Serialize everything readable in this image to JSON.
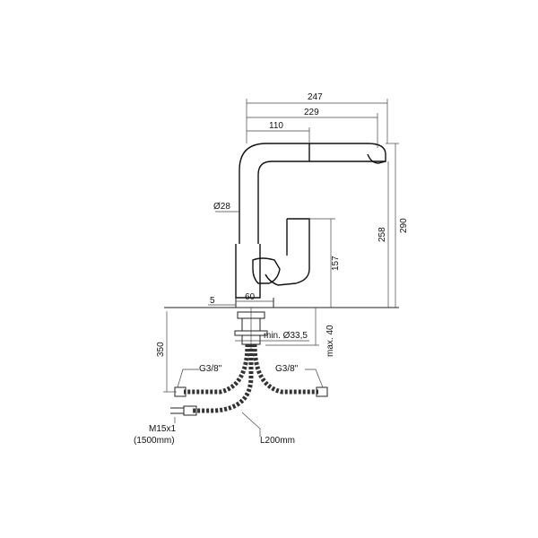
{
  "dimensions": {
    "d247": "247",
    "d229": "229",
    "d110": "110",
    "dia28": "Ø28",
    "d258": "258",
    "d290": "290",
    "d157": "157",
    "d5": "5",
    "d60": "60",
    "min_dia": "min. Ø33,5",
    "max40": "max. 40",
    "d350": "350"
  },
  "labels": {
    "g38_left": "G3/8\"",
    "g38_right": "G3/8\"",
    "m15": "M15x1",
    "m15_len": "(1500mm)",
    "l200": "L200mm"
  }
}
